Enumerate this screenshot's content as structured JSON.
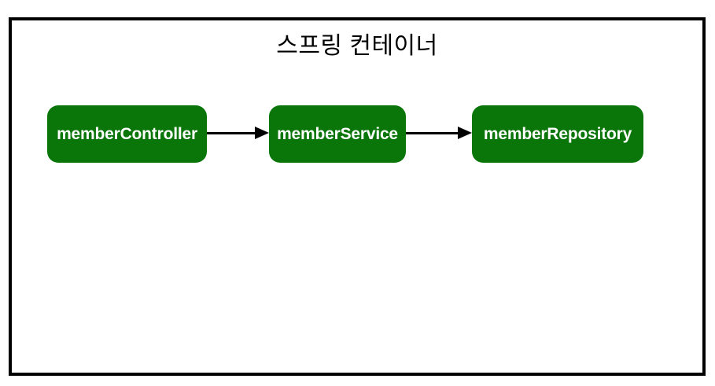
{
  "diagram": {
    "title": "스프링 컨테이너",
    "nodes": [
      {
        "id": "memberController",
        "label": "memberController"
      },
      {
        "id": "memberService",
        "label": "memberService"
      },
      {
        "id": "memberRepository",
        "label": "memberRepository"
      }
    ],
    "edges": [
      {
        "from": "memberController",
        "to": "memberService"
      },
      {
        "from": "memberService",
        "to": "memberRepository"
      }
    ],
    "colors": {
      "node_fill": "#0a760a",
      "node_text": "#ffffff",
      "line": "#000000",
      "frame_border": "#000000"
    }
  }
}
